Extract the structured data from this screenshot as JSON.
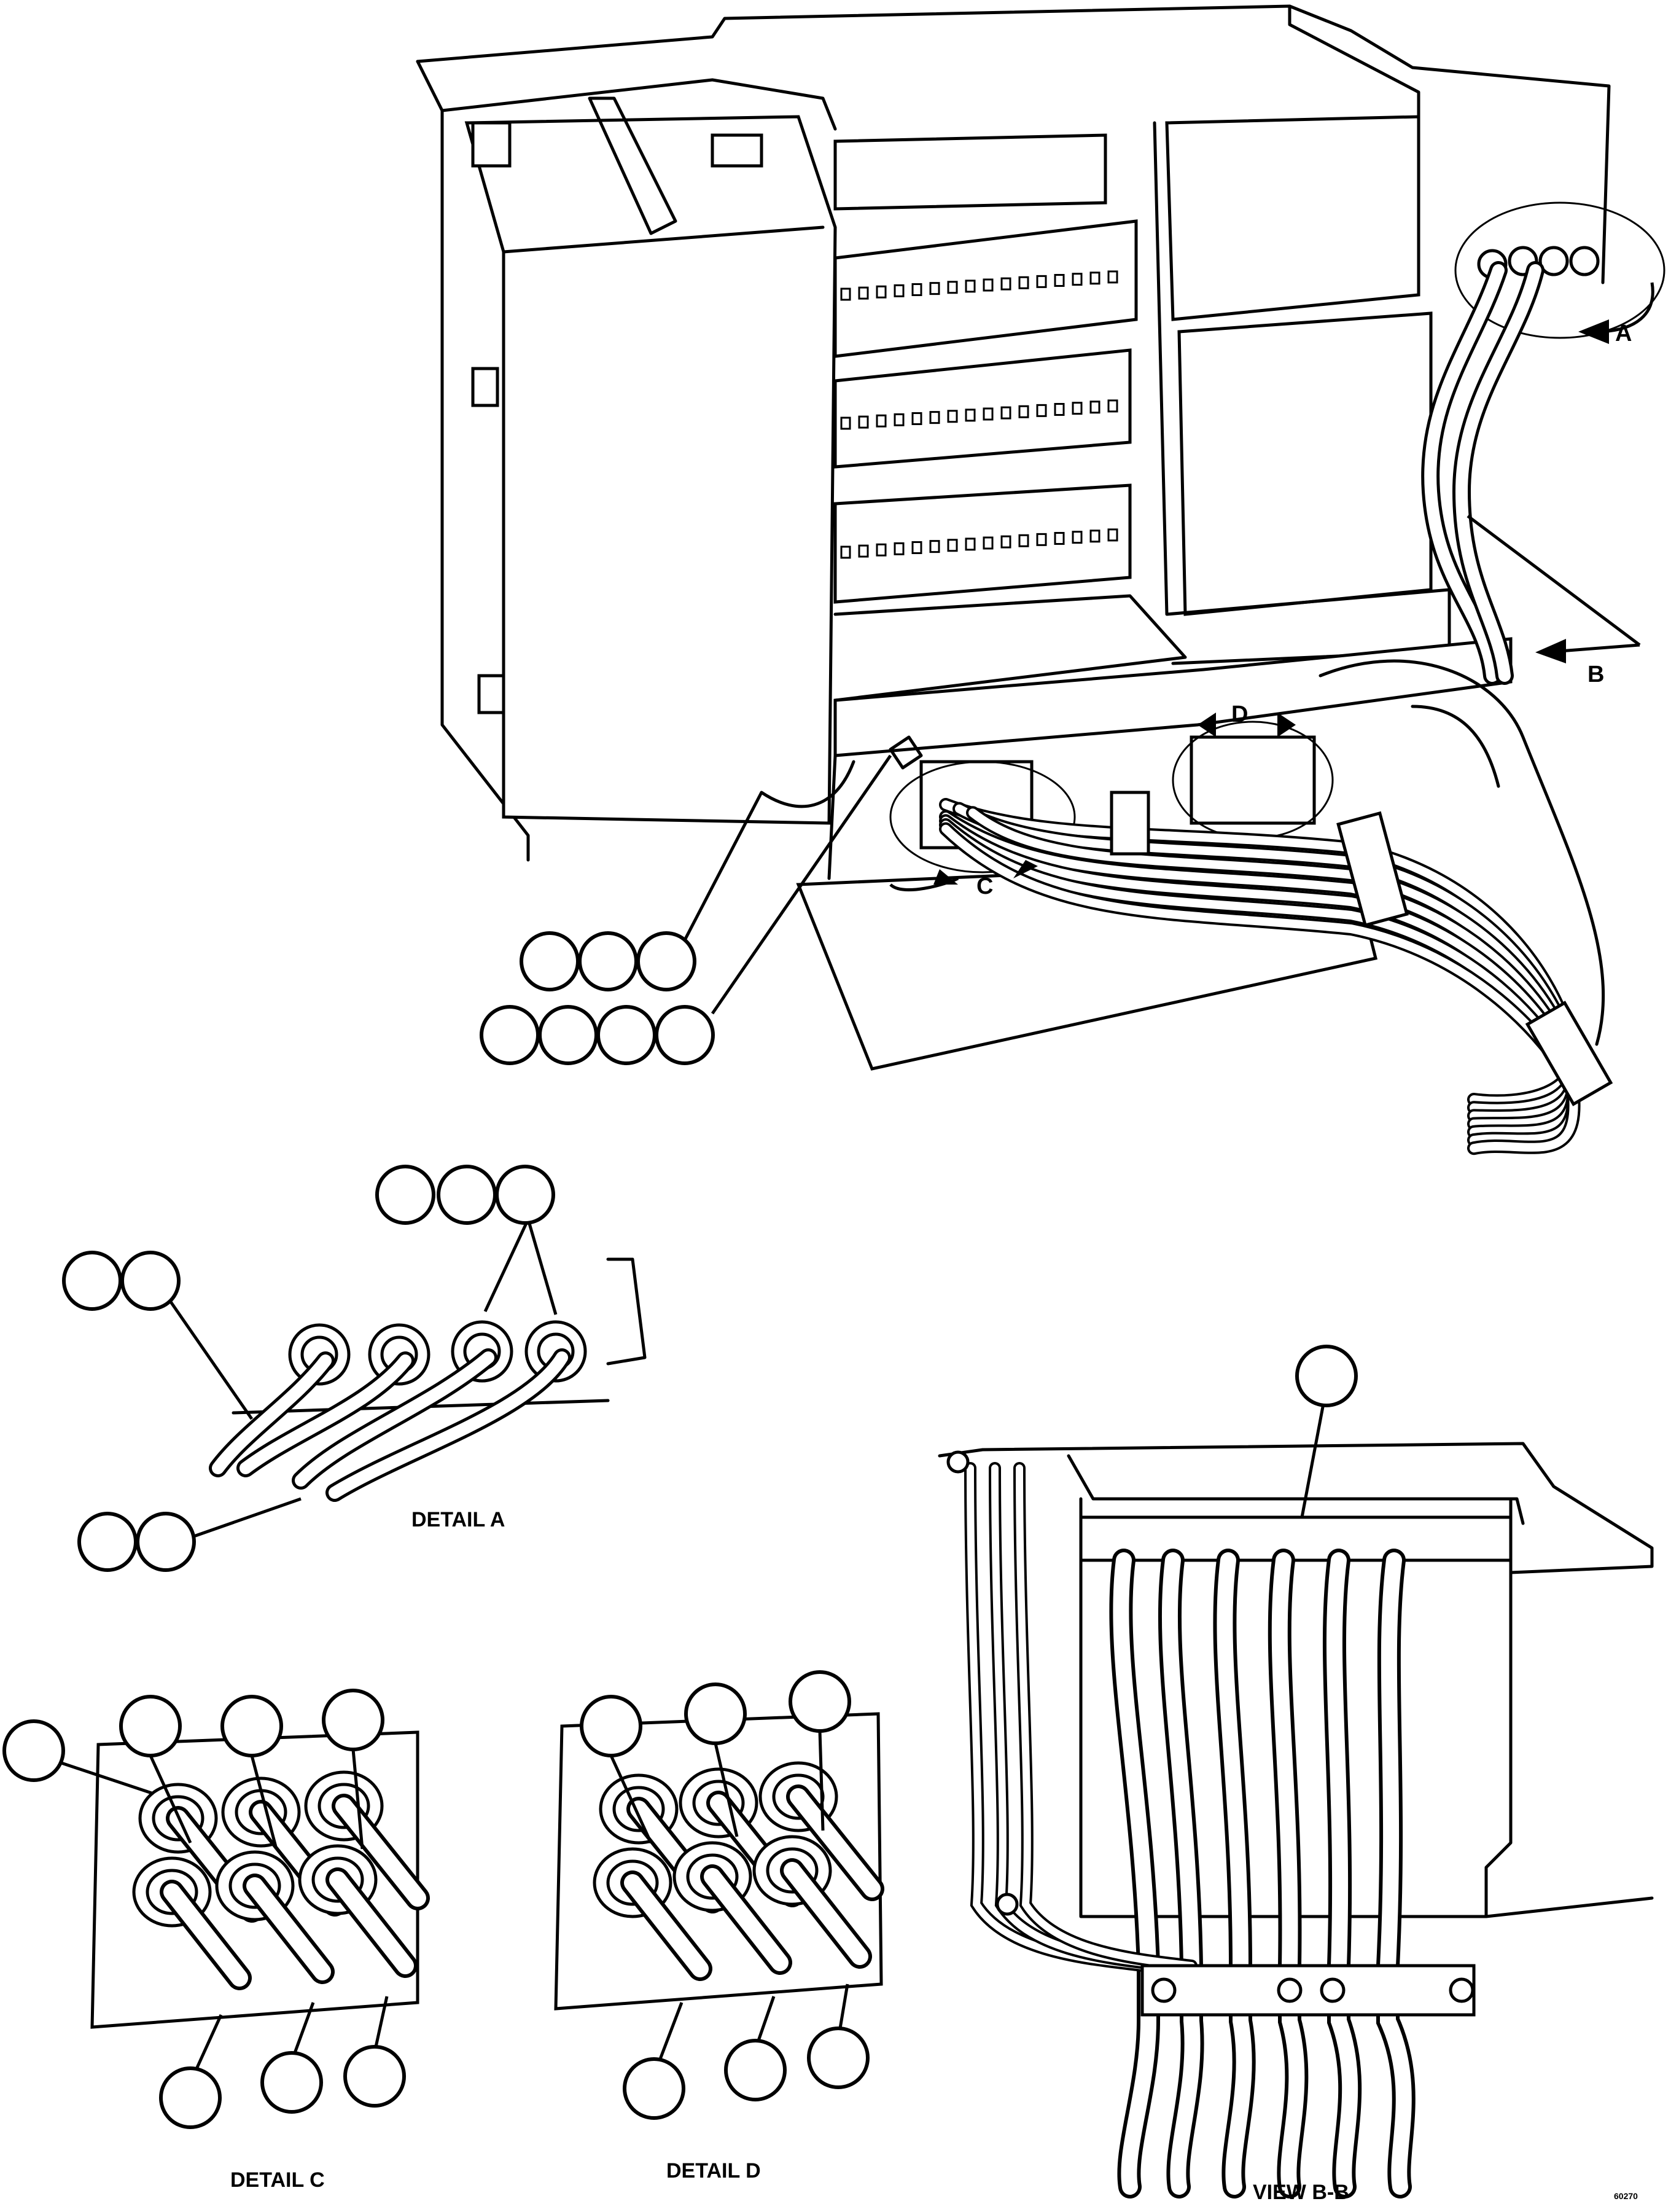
{
  "labels": {
    "view_a_marker": "A",
    "view_b_marker": "B",
    "view_c_marker": "C",
    "view_d_marker": "D",
    "detail_a_caption": "DETAIL A",
    "detail_c_caption": "DETAIL C",
    "detail_d_caption": "DETAIL D",
    "view_bb_caption": "VIEW B-B",
    "figure_number": "60270"
  },
  "callouts": {
    "main_group_upper_count": 3,
    "main_group_lower_count": 4,
    "detail_a_top_count": 3,
    "detail_a_left_count": 2,
    "detail_a_bottom_count": 2,
    "detail_c_count": 7,
    "detail_d_count": 6,
    "view_bb_count": 1
  }
}
